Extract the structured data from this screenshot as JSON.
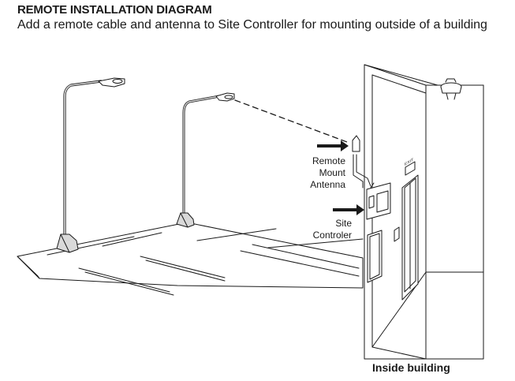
{
  "header": {
    "title": "REMOTE INSTALLATION DIAGRAM",
    "subtitle": "Add a remote cable and antenna to Site Controller for mounting outside of a building"
  },
  "labels": {
    "antenna_line1": "Remote",
    "antenna_line2": "Mount",
    "antenna_line3": "Antenna",
    "controller_line1": "Site",
    "controller_line2": "Controler",
    "inside": "Inside building",
    "exit_sign": "EXIT"
  },
  "colors": {
    "stroke": "#1a1a1a",
    "pole_fill": "#d9d9d9",
    "ground_fill": "#ffffff"
  }
}
